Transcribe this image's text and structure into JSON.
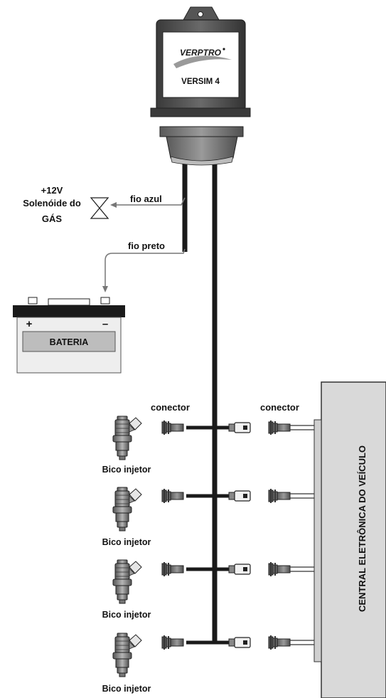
{
  "module": {
    "brand": "VERPTRO",
    "model": "VERSIM 4"
  },
  "labels": {
    "solenoid_line1": "+12V",
    "solenoid_line2": "Solenóide do",
    "solenoid_line3": "GÁS",
    "wire_blue": "fio azul",
    "wire_black": "fio preto",
    "battery_plus": "+",
    "battery_minus": "–",
    "battery": "BATERIA",
    "connector_left": "conector",
    "connector_right": "conector",
    "injector": "Bico injetor",
    "ecu": "CENTRAL ELETRÔNICA DO VEÍCULO"
  },
  "colors": {
    "wire": "#1a1a1a",
    "thin_wire": "#777777",
    "panel": "#d9d9d9",
    "module_body": "#4a4a4a",
    "battery_body": "#eeeeee",
    "battery_label": "#bdbdbd"
  }
}
